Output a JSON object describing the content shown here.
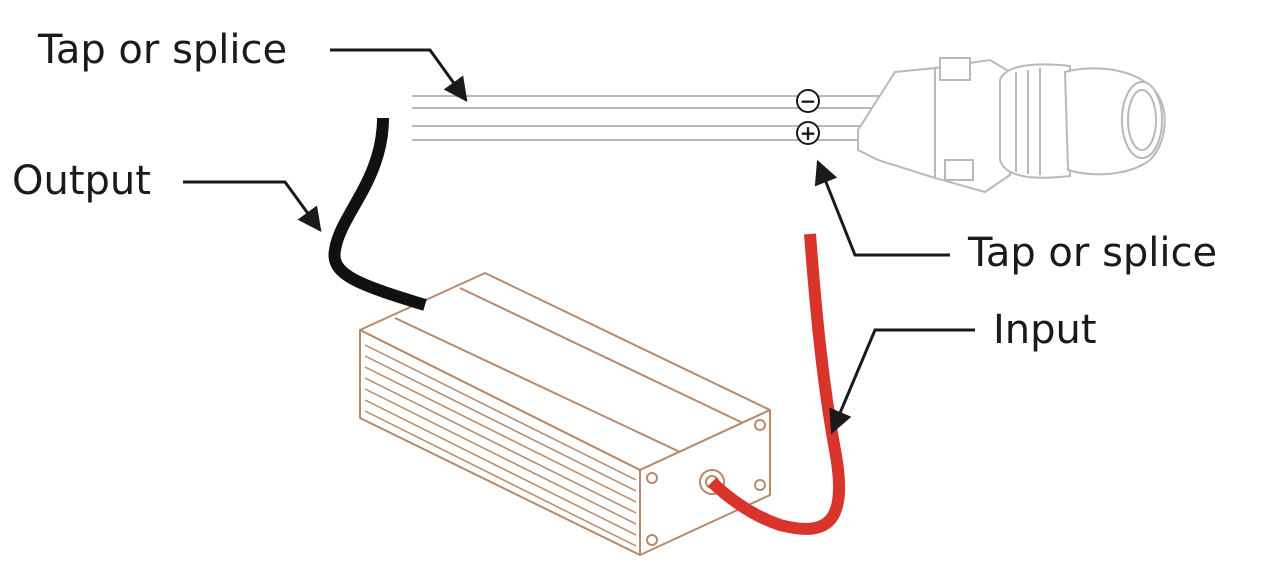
{
  "labels": {
    "tap_splice_top": "Tap or splice",
    "output": "Output",
    "tap_splice_right": "Tap or splice",
    "input": "Input"
  },
  "symbols": {
    "negative": "−",
    "positive": "+"
  },
  "colors": {
    "box_outline": "#b9896c",
    "bulb_outline": "#b9b9b9",
    "input_wire": "#d8342b",
    "output_wire": "#111111",
    "leader_line": "#1a1a1a"
  }
}
